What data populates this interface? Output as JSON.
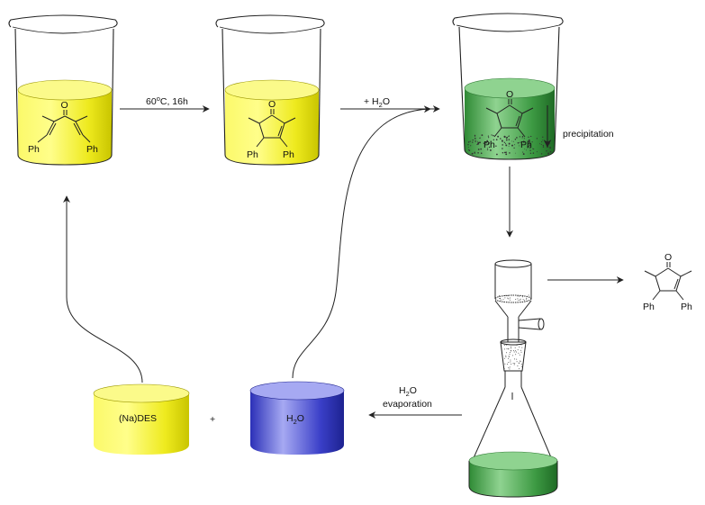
{
  "step1_condition": "60",
  "step1_condition_sup": "o",
  "step1_condition_rest": "C, 16h",
  "add_water_prefix": "+ H",
  "add_water_sub": "2",
  "add_water_suffix": "O",
  "precipitation_label": "precipitation",
  "evaporation_line1_prefix": "H",
  "evaporation_line1_sub": "2",
  "evaporation_line1_suffix": "O",
  "evaporation_line2": "evaporation",
  "des_label": "(Na)DES",
  "plus_sign": "+",
  "water_label_prefix": "H",
  "water_label_sub": "2",
  "water_label_suffix": "O",
  "atom_O": "O",
  "atom_Ph": "Ph",
  "colors": {
    "yellow": "#f2ef2a",
    "green": "#3d9a43",
    "blue": "#3a3fc8",
    "stroke": "#222222"
  }
}
